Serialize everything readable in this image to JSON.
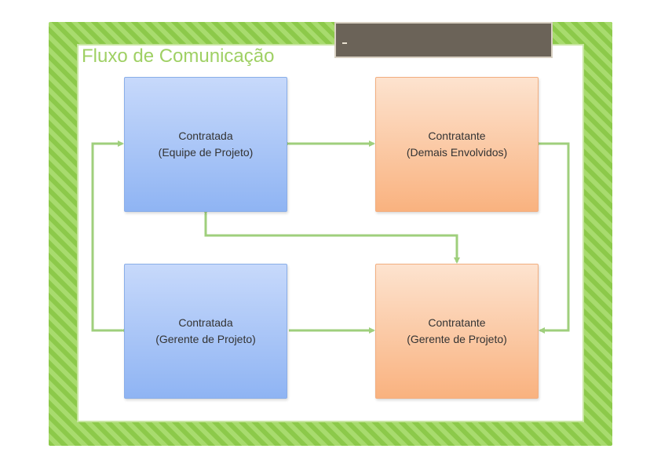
{
  "diagram": {
    "title": "Fluxo de Comunicação",
    "nodes": {
      "top_left": {
        "line1": "Contratada",
        "line2": "(Equipe de Projeto)"
      },
      "top_right": {
        "line1": "Contratante",
        "line2": "(Demais Envolvidos)"
      },
      "bottom_left": {
        "line1": "Contratada",
        "line2": "(Gerente de Projeto)"
      },
      "bottom_right": {
        "line1": "Contratante",
        "line2": "(Gerente de Projeto)"
      }
    },
    "colors": {
      "frame": "#8cc94a",
      "title": "#9fd064",
      "contratada_fill": "#a9c6f7",
      "contratante_fill": "#fbc9a4",
      "connector": "#9fcf7c",
      "title_bar": "#6b6358"
    }
  }
}
